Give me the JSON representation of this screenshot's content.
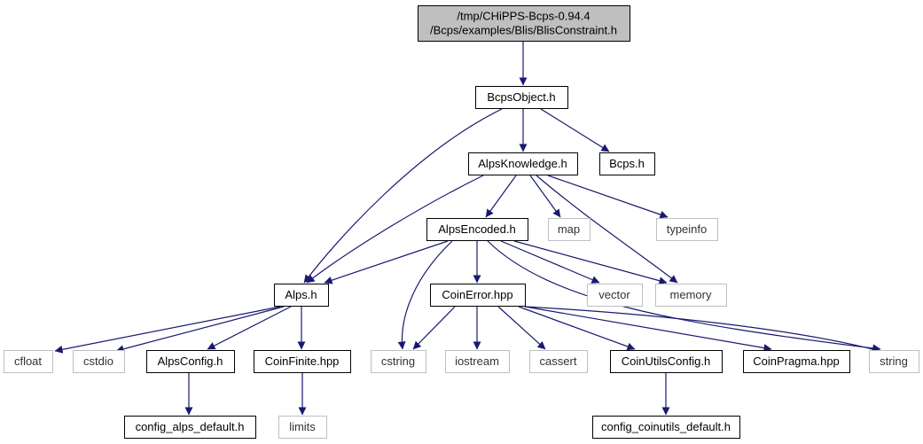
{
  "colors": {
    "edge": "#191970",
    "root_fill": "#bfbfbf",
    "solid_border": "#000000",
    "external_border": "#bfbfbf",
    "node_fill": "#ffffff"
  },
  "nodes": [
    {
      "id": "root",
      "lines": [
        "/tmp/CHiPPS-Bcps-0.94.4",
        "/Bcps/examples/Blis/BlisConstraint.h"
      ],
      "style": "root"
    },
    {
      "id": "bcpsobject",
      "lines": [
        "BcpsObject.h"
      ],
      "style": "solid"
    },
    {
      "id": "alpsknowledge",
      "lines": [
        "AlpsKnowledge.h"
      ],
      "style": "solid"
    },
    {
      "id": "bcps",
      "lines": [
        "Bcps.h"
      ],
      "style": "solid"
    },
    {
      "id": "alpsencoded",
      "lines": [
        "AlpsEncoded.h"
      ],
      "style": "solid"
    },
    {
      "id": "map",
      "lines": [
        "map"
      ],
      "style": "external"
    },
    {
      "id": "typeinfo",
      "lines": [
        "typeinfo"
      ],
      "style": "external"
    },
    {
      "id": "alps",
      "lines": [
        "Alps.h"
      ],
      "style": "solid"
    },
    {
      "id": "coinerror",
      "lines": [
        "CoinError.hpp"
      ],
      "style": "solid"
    },
    {
      "id": "vector",
      "lines": [
        "vector"
      ],
      "style": "external"
    },
    {
      "id": "memory",
      "lines": [
        "memory"
      ],
      "style": "external"
    },
    {
      "id": "cfloat",
      "lines": [
        "cfloat"
      ],
      "style": "external"
    },
    {
      "id": "cstdio",
      "lines": [
        "cstdio"
      ],
      "style": "external"
    },
    {
      "id": "alpsconfig",
      "lines": [
        "AlpsConfig.h"
      ],
      "style": "solid"
    },
    {
      "id": "coinfinite",
      "lines": [
        "CoinFinite.hpp"
      ],
      "style": "solid"
    },
    {
      "id": "cstring",
      "lines": [
        "cstring"
      ],
      "style": "external"
    },
    {
      "id": "iostream",
      "lines": [
        "iostream"
      ],
      "style": "external"
    },
    {
      "id": "cassert",
      "lines": [
        "cassert"
      ],
      "style": "external"
    },
    {
      "id": "coinutilsconfig",
      "lines": [
        "CoinUtilsConfig.h"
      ],
      "style": "solid"
    },
    {
      "id": "coinpragma",
      "lines": [
        "CoinPragma.hpp"
      ],
      "style": "solid"
    },
    {
      "id": "string",
      "lines": [
        "string"
      ],
      "style": "external"
    },
    {
      "id": "configalps",
      "lines": [
        "config_alps_default.h"
      ],
      "style": "solid"
    },
    {
      "id": "limits",
      "lines": [
        "limits"
      ],
      "style": "external"
    },
    {
      "id": "configcoinutils",
      "lines": [
        "config_coinutils_default.h"
      ],
      "style": "solid"
    }
  ],
  "edges": [
    {
      "from": "root",
      "to": "bcpsobject"
    },
    {
      "from": "bcpsobject",
      "to": "alpsknowledge"
    },
    {
      "from": "bcpsobject",
      "to": "bcps"
    },
    {
      "from": "bcpsobject",
      "to": "alps"
    },
    {
      "from": "alpsknowledge",
      "to": "alpsencoded"
    },
    {
      "from": "alpsknowledge",
      "to": "map"
    },
    {
      "from": "alpsknowledge",
      "to": "typeinfo"
    },
    {
      "from": "alpsknowledge",
      "to": "memory"
    },
    {
      "from": "alpsknowledge",
      "to": "alps"
    },
    {
      "from": "alpsencoded",
      "to": "alps"
    },
    {
      "from": "alpsencoded",
      "to": "coinerror"
    },
    {
      "from": "alpsencoded",
      "to": "vector"
    },
    {
      "from": "alpsencoded",
      "to": "memory"
    },
    {
      "from": "alpsencoded",
      "to": "cstring"
    },
    {
      "from": "alpsencoded",
      "to": "string"
    },
    {
      "from": "alps",
      "to": "cfloat"
    },
    {
      "from": "alps",
      "to": "cstdio"
    },
    {
      "from": "alps",
      "to": "alpsconfig"
    },
    {
      "from": "alps",
      "to": "coinfinite"
    },
    {
      "from": "coinerror",
      "to": "cstring"
    },
    {
      "from": "coinerror",
      "to": "iostream"
    },
    {
      "from": "coinerror",
      "to": "cassert"
    },
    {
      "from": "coinerror",
      "to": "coinutilsconfig"
    },
    {
      "from": "coinerror",
      "to": "coinpragma"
    },
    {
      "from": "coinerror",
      "to": "string"
    },
    {
      "from": "alpsconfig",
      "to": "configalps"
    },
    {
      "from": "coinfinite",
      "to": "limits"
    },
    {
      "from": "coinutilsconfig",
      "to": "configcoinutils"
    }
  ]
}
